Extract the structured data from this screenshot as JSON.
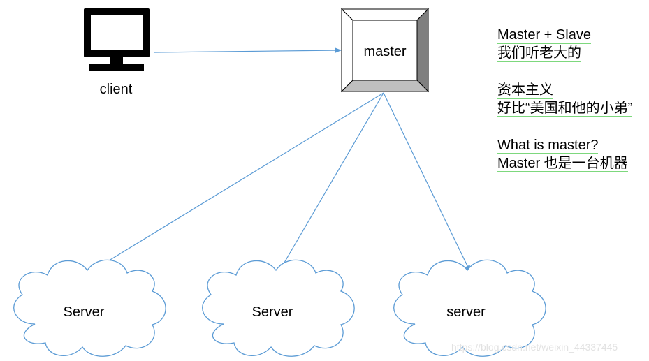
{
  "nodes": {
    "client": {
      "label": "client"
    },
    "master": {
      "label": "master"
    },
    "servers": [
      {
        "label": "Server"
      },
      {
        "label": "Server"
      },
      {
        "label": "server"
      }
    ]
  },
  "notes": {
    "line1": "Master + Slave",
    "line2": "我们听老大的",
    "line3": "资本主义",
    "line4": "好比“美国和他的小弟”",
    "line5": "What is master?",
    "line6": "Master 也是一台机器"
  },
  "colors": {
    "arrow": "#5b9bd5",
    "note_underline": "#7dd87d",
    "monitor": "#000000"
  },
  "watermark": "https://blog.csdn.net/weixin_44337445"
}
